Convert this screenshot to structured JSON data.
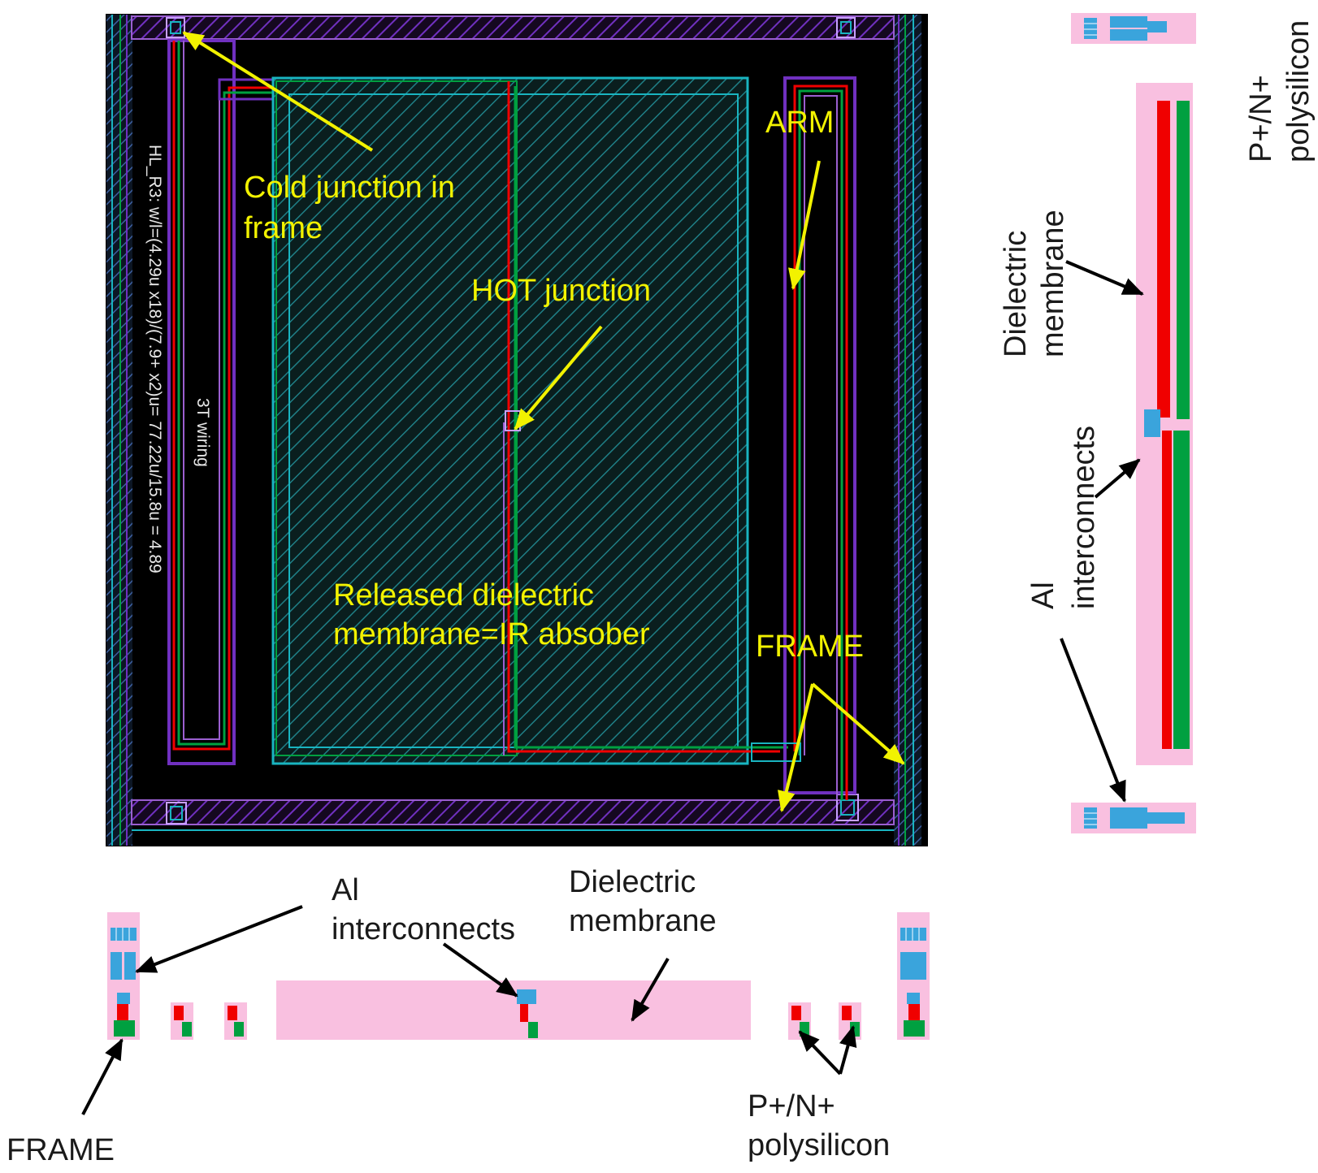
{
  "colors": {
    "layout_background": "#000000",
    "label_yellow": "#f2f200",
    "pink": "#f9c0e0",
    "red": "#f00000",
    "green": "#00a040",
    "blue": "#3aa4dc",
    "cyan": "#19b4c0",
    "purple": "#7030c0"
  },
  "icons": {
    "arrow": "arrow-icon",
    "contact": "contact-pad-icon"
  },
  "layout": {
    "labels": {
      "cold_junction_line1": "Cold junction in",
      "cold_junction_line2": "frame",
      "arm": "ARM",
      "hot_junction": "HOT junction",
      "membrane_line1": "Released dielectric",
      "membrane_line2": "membrane=IR absober",
      "frame": "FRAME"
    },
    "vertical_text": {
      "formula": "HL_R3: w/l=(4.29u x18)/(7.9+ x2)u= 77.22u/15.8u = 4.89",
      "wiring": "3T wiring"
    }
  },
  "cross_section_bottom": {
    "labels": {
      "al_line1": "Al",
      "al_line2": "interconnects",
      "dielectric_line1": "Dielectric",
      "dielectric_line2": "membrane",
      "frame": "FRAME",
      "poly_line1": "P+/N+",
      "poly_line2": "polysilicon"
    }
  },
  "cross_section_right": {
    "labels": {
      "poly_line1": "P+/N+",
      "poly_line2": "polysilicon",
      "dielectric_line1": "Dielectric",
      "dielectric_line2": "membrane",
      "al_upper_line1": "Al",
      "al_upper_line2": "interconnects",
      "al_lower": ""
    }
  }
}
